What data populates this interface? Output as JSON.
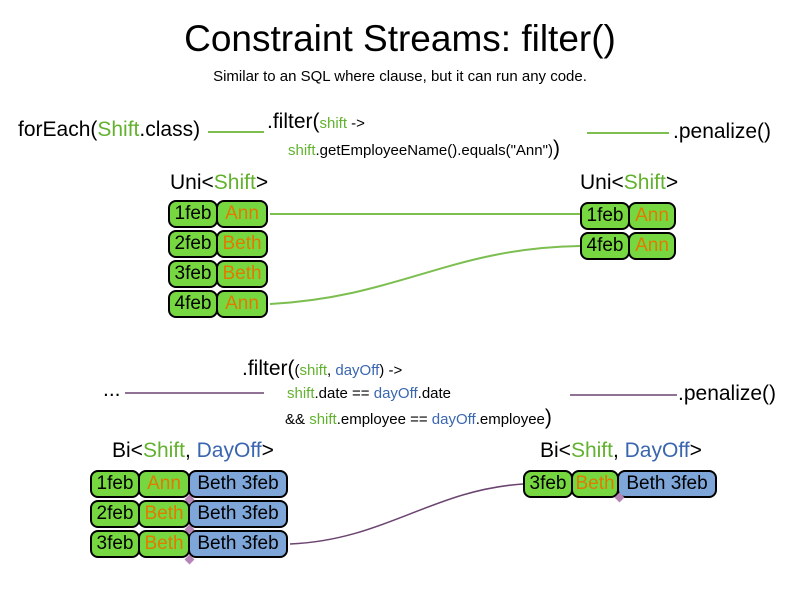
{
  "slide": {
    "title": "Constraint Streams: filter()",
    "subtitle": "Similar to an SQL where clause, but it can run any code."
  },
  "colors": {
    "green_fill": "#77D741",
    "blue_fill": "#7EA6D8",
    "orange_text": "#E07B00",
    "green_text": "#62B22F",
    "blue_text": "#3A66B0",
    "green_line": "#7CBE50",
    "purple_line": "#6B4570",
    "diamond": "#B784B7"
  },
  "top_chain": {
    "foreach_pre": "forEach(",
    "foreach_class": "Shift",
    "foreach_post": ".class)",
    "filter_head": ".filter(",
    "filter_param": "shift",
    "filter_arrow": " ->",
    "filter_body_param": "shift",
    "filter_body_rest": ".getEmployeeName().equals(\"Ann\")",
    "filter_close": ")",
    "penalize": ".penalize()"
  },
  "middle_chain": {
    "source": "...",
    "filter_head": ".filter(",
    "params_open": "(",
    "param_shift": "shift",
    "param_sep": ", ",
    "param_dayoff": "dayOff",
    "params_close": ")",
    "arrow": " ->",
    "cond1_shift": "shift",
    "cond1_mid": ".date == ",
    "cond1_dayoff": "dayOff",
    "cond1_end": ".date",
    "cond2_and": "&& ",
    "cond2_shift": "shift",
    "cond2_mid": ".employee == ",
    "cond2_dayoff": "dayOff",
    "cond2_end": ".employee",
    "close": ")",
    "penalize": ".penalize()"
  },
  "streams": {
    "top_left": {
      "label_pre": "Uni<",
      "label_type": "Shift",
      "label_post": ">",
      "rows": [
        {
          "date": "1feb",
          "employee": "Ann"
        },
        {
          "date": "2feb",
          "employee": "Beth"
        },
        {
          "date": "3feb",
          "employee": "Beth"
        },
        {
          "date": "4feb",
          "employee": "Ann"
        }
      ]
    },
    "top_right": {
      "label_pre": "Uni<",
      "label_type": "Shift",
      "label_post": ">",
      "rows": [
        {
          "date": "1feb",
          "employee": "Ann"
        },
        {
          "date": "4feb",
          "employee": "Ann"
        }
      ]
    },
    "bottom_left": {
      "label_pre": "Bi<",
      "label_type1": "Shift",
      "label_sep": ", ",
      "label_type2": "DayOff",
      "label_post": ">",
      "rows": [
        {
          "date": "1feb",
          "employee": "Ann",
          "dayoff": "Beth 3feb"
        },
        {
          "date": "2feb",
          "employee": "Beth",
          "dayoff": "Beth 3feb"
        },
        {
          "date": "3feb",
          "employee": "Beth",
          "dayoff": "Beth 3feb"
        }
      ]
    },
    "bottom_right": {
      "label_pre": "Bi<",
      "label_type1": "Shift",
      "label_sep": ", ",
      "label_type2": "DayOff",
      "label_post": ">",
      "rows": [
        {
          "date": "3feb",
          "employee": "Beth",
          "dayoff": "Beth 3feb"
        }
      ]
    }
  }
}
